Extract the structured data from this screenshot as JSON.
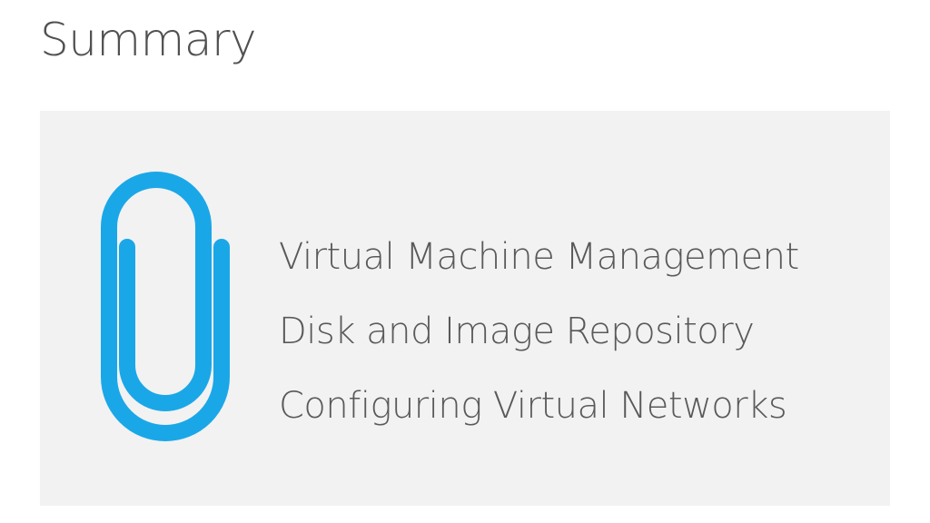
{
  "title": "Summary",
  "panel": {
    "icon": "paperclip-icon",
    "icon_color": "#1aa7e8",
    "background": "#f2f2f2",
    "items": [
      "Virtual Machine Management",
      "Disk and Image Repository",
      "Configuring Virtual Networks"
    ]
  }
}
